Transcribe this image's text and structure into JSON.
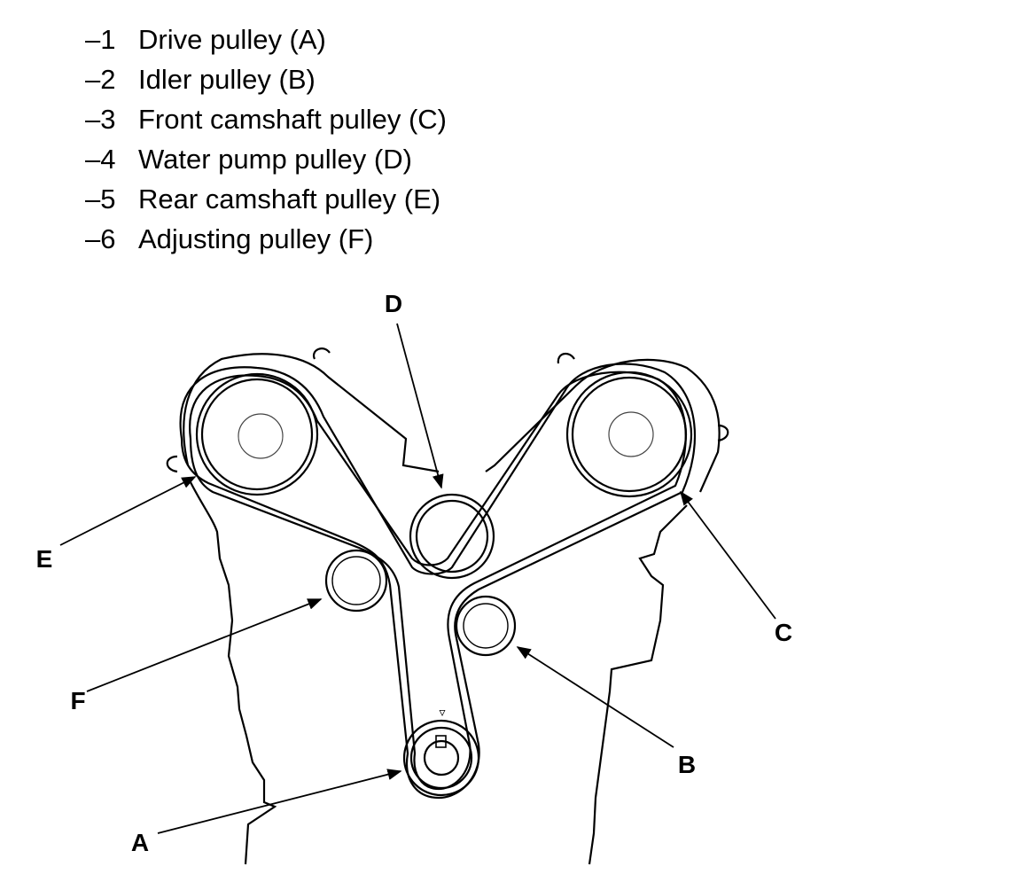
{
  "legend": [
    {
      "num": "–1",
      "text": "Drive pulley (A)"
    },
    {
      "num": "–2",
      "text": "Idler pulley (B)"
    },
    {
      "num": "–3",
      "text": "Front camshaft pulley (C)"
    },
    {
      "num": "–4",
      "text": "Water pump pulley (D)"
    },
    {
      "num": "–5",
      "text": "Rear camshaft pulley (E)"
    },
    {
      "num": "–6",
      "text": "Adjusting pulley (F)"
    }
  ],
  "callouts": {
    "A": "A",
    "B": "B",
    "C": "C",
    "D": "D",
    "E": "E",
    "F": "F"
  },
  "timing_mark": "▿"
}
